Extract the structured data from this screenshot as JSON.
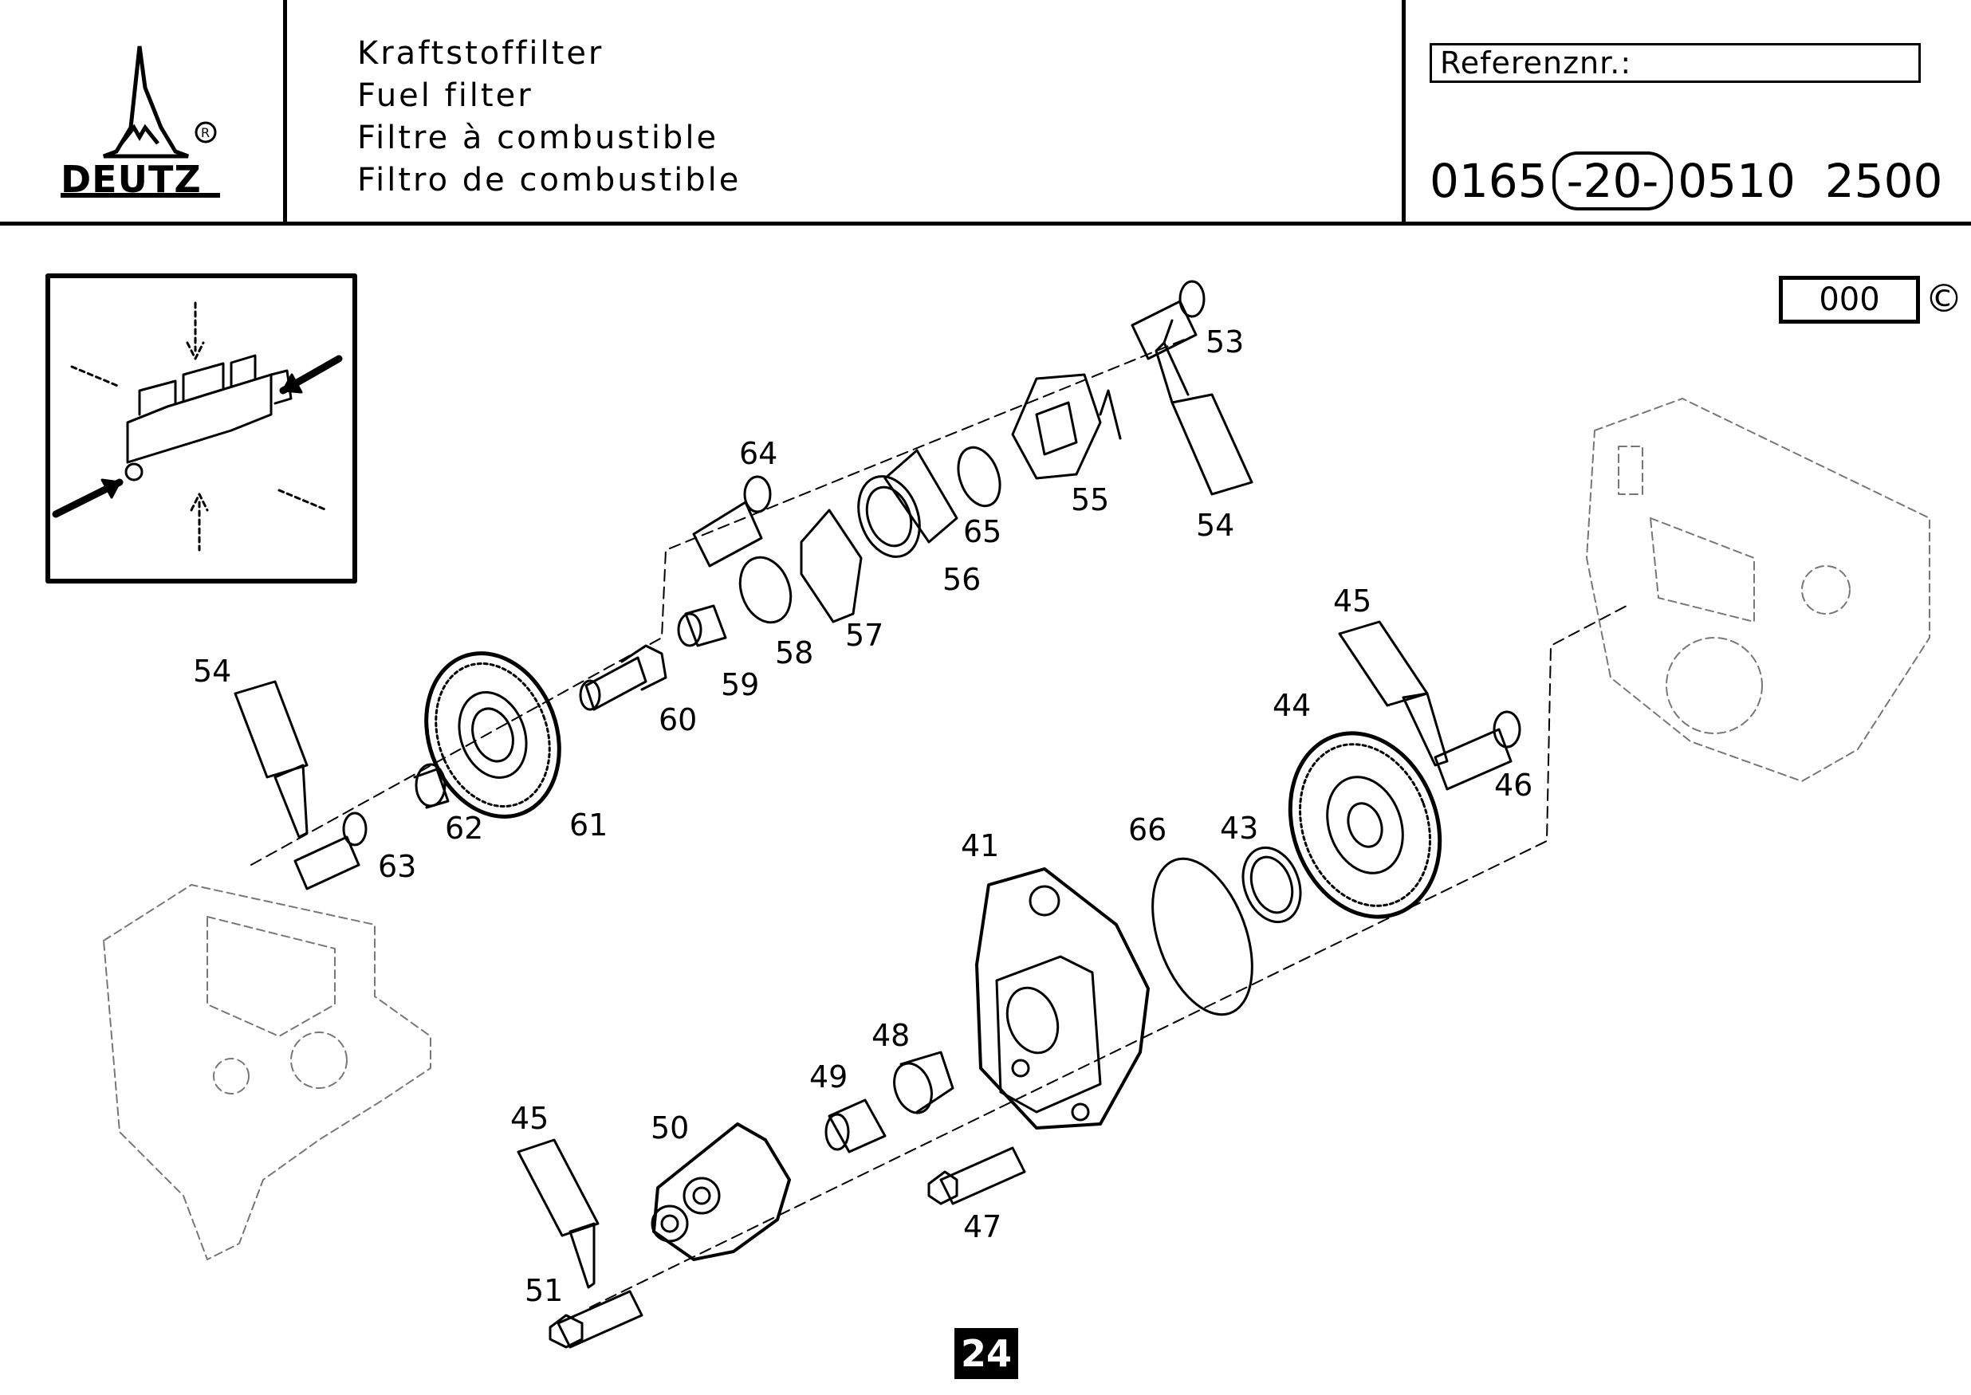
{
  "header": {
    "brand": "DEUTZ",
    "brand_mark": "®",
    "titles": [
      "Kraftstoffilter",
      "Fuel filter",
      "Filtre à combustible",
      "Filtro de combustible"
    ],
    "reference_label": "Referenznr.:",
    "reference_number": {
      "prefix": "0165",
      "group": "-20-",
      "suffix1": "0510",
      "suffix2": "2500"
    }
  },
  "page_code": "000",
  "copyright_symbol": "©",
  "page_number": "24",
  "callouts": {
    "c53": "53",
    "c54a": "54",
    "c55": "55",
    "c65": "65",
    "c56": "56",
    "c64": "64",
    "c57": "57",
    "c58": "58",
    "c59": "59",
    "c60": "60",
    "c54b": "54",
    "c61": "61",
    "c62": "62",
    "c63": "63",
    "c45a": "45",
    "c44": "44",
    "c46": "46",
    "c66": "66",
    "c43": "43",
    "c41": "41",
    "c48": "48",
    "c49": "49",
    "c50": "50",
    "c45b": "45",
    "c47": "47",
    "c51": "51"
  },
  "icons": [
    "deutz-logo-icon",
    "fuel-flow-inset-icon",
    "gear-icon",
    "bolt-icon",
    "sealant-tube-icon",
    "o-ring-icon",
    "engine-block-icon"
  ]
}
